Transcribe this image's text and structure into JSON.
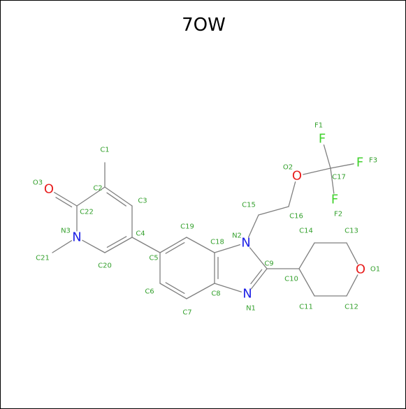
{
  "title": "7OW",
  "colors": {
    "carbon_label": "#33a02c",
    "nitrogen": "#1f22e6",
    "oxygen": "#e81e1e",
    "fluorine": "#3fd12b",
    "bond": "#7f7f7f"
  },
  "atoms": [
    {
      "id": "c1",
      "label": "C1",
      "element": "C"
    },
    {
      "id": "c2",
      "label": "C2",
      "element": "C"
    },
    {
      "id": "c3",
      "label": "C3",
      "element": "C"
    },
    {
      "id": "c4",
      "label": "C4",
      "element": "C"
    },
    {
      "id": "c5",
      "label": "C5",
      "element": "C"
    },
    {
      "id": "c6",
      "label": "C6",
      "element": "C"
    },
    {
      "id": "c7",
      "label": "C7",
      "element": "C"
    },
    {
      "id": "c8",
      "label": "C8",
      "element": "C"
    },
    {
      "id": "c9",
      "label": "C9",
      "element": "C"
    },
    {
      "id": "c10",
      "label": "C10",
      "element": "C"
    },
    {
      "id": "c11",
      "label": "C11",
      "element": "C"
    },
    {
      "id": "c12",
      "label": "C12",
      "element": "C"
    },
    {
      "id": "c13",
      "label": "C13",
      "element": "C"
    },
    {
      "id": "c14",
      "label": "C14",
      "element": "C"
    },
    {
      "id": "c15",
      "label": "C15",
      "element": "C"
    },
    {
      "id": "c16",
      "label": "C16",
      "element": "C"
    },
    {
      "id": "c17",
      "label": "C17",
      "element": "C"
    },
    {
      "id": "c18",
      "label": "C18",
      "element": "C"
    },
    {
      "id": "c19",
      "label": "C19",
      "element": "C"
    },
    {
      "id": "c20",
      "label": "C20",
      "element": "C"
    },
    {
      "id": "c21",
      "label": "C21",
      "element": "C"
    },
    {
      "id": "c22",
      "label": "C22",
      "element": "C"
    },
    {
      "id": "n1",
      "label": "N1",
      "element": "N",
      "symbol": "N"
    },
    {
      "id": "n2",
      "label": "N2",
      "element": "N",
      "symbol": "N"
    },
    {
      "id": "n3",
      "label": "N3",
      "element": "N",
      "symbol": "N"
    },
    {
      "id": "o1",
      "label": "O1",
      "element": "O",
      "symbol": "O"
    },
    {
      "id": "o2",
      "label": "O2",
      "element": "O",
      "symbol": "O"
    },
    {
      "id": "o3",
      "label": "O3",
      "element": "O",
      "symbol": "O"
    },
    {
      "id": "f1",
      "label": "F1",
      "element": "F",
      "symbol": "F"
    },
    {
      "id": "f2",
      "label": "F2",
      "element": "F",
      "symbol": "F"
    },
    {
      "id": "f3",
      "label": "F3",
      "element": "F",
      "symbol": "F"
    }
  ],
  "bonds": [
    {
      "a": "c1",
      "b": "c2",
      "order": 1
    },
    {
      "a": "c2",
      "b": "c3",
      "order": 2
    },
    {
      "a": "c3",
      "b": "c4",
      "order": 1
    },
    {
      "a": "c4",
      "b": "c20",
      "order": 2
    },
    {
      "a": "c20",
      "b": "n3",
      "order": 1
    },
    {
      "a": "n3",
      "b": "c22",
      "order": 1
    },
    {
      "a": "c22",
      "b": "c2",
      "order": 1
    },
    {
      "a": "c22",
      "b": "o3",
      "order": 2
    },
    {
      "a": "n3",
      "b": "c21",
      "order": 1
    },
    {
      "a": "c4",
      "b": "c5",
      "order": 1
    },
    {
      "a": "c5",
      "b": "c19",
      "order": 2
    },
    {
      "a": "c19",
      "b": "c18",
      "order": 1
    },
    {
      "a": "c18",
      "b": "c8",
      "order": 2
    },
    {
      "a": "c8",
      "b": "c7",
      "order": 1
    },
    {
      "a": "c7",
      "b": "c6",
      "order": 2
    },
    {
      "a": "c6",
      "b": "c5",
      "order": 1
    },
    {
      "a": "c18",
      "b": "n2",
      "order": 1
    },
    {
      "a": "n2",
      "b": "c9",
      "order": 1
    },
    {
      "a": "c9",
      "b": "n1",
      "order": 2
    },
    {
      "a": "n1",
      "b": "c8",
      "order": 1
    },
    {
      "a": "n2",
      "b": "c15",
      "order": 1
    },
    {
      "a": "c15",
      "b": "c16",
      "order": 1
    },
    {
      "a": "c16",
      "b": "o2",
      "order": 1
    },
    {
      "a": "o2",
      "b": "c17",
      "order": 1
    },
    {
      "a": "c17",
      "b": "f1",
      "order": 1
    },
    {
      "a": "c17",
      "b": "f2",
      "order": 1
    },
    {
      "a": "c17",
      "b": "f3",
      "order": 1
    },
    {
      "a": "c9",
      "b": "c10",
      "order": 1
    },
    {
      "a": "c10",
      "b": "c14",
      "order": 1
    },
    {
      "a": "c14",
      "b": "c13",
      "order": 1
    },
    {
      "a": "c13",
      "b": "o1",
      "order": 1
    },
    {
      "a": "o1",
      "b": "c12",
      "order": 1
    },
    {
      "a": "c12",
      "b": "c11",
      "order": 1
    },
    {
      "a": "c11",
      "b": "c10",
      "order": 1
    }
  ]
}
